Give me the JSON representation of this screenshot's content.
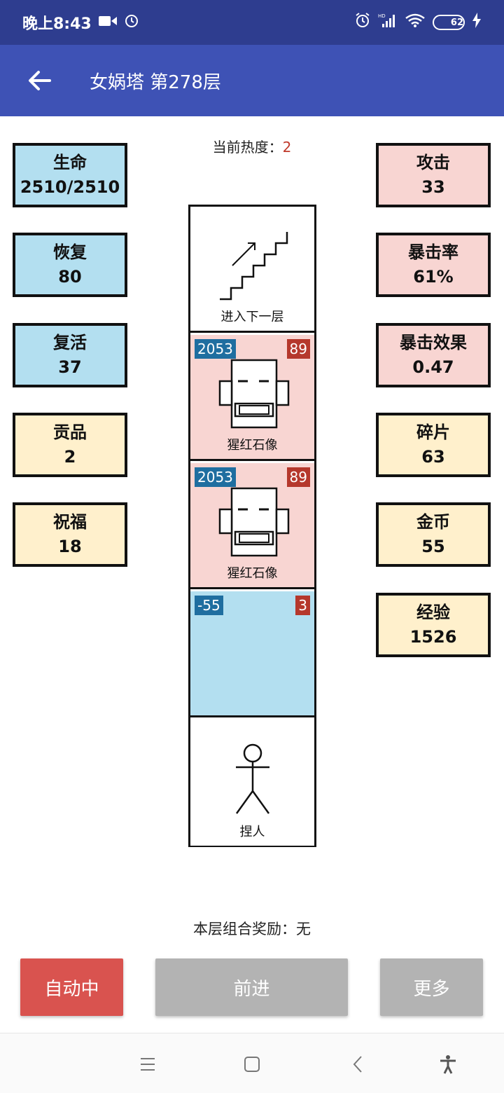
{
  "status_bar": {
    "time": "晚上8:43",
    "battery": "62"
  },
  "header": {
    "title": "女娲塔 第278层"
  },
  "heat": {
    "label": "当前热度：",
    "value": "2"
  },
  "left_stats": [
    {
      "label": "生命",
      "value": "2510/2510"
    },
    {
      "label": "恢复",
      "value": "80"
    },
    {
      "label": "复活",
      "value": "37"
    },
    {
      "label": "贡品",
      "value": "2"
    },
    {
      "label": "祝福",
      "value": "18"
    }
  ],
  "right_stats": [
    {
      "label": "攻击",
      "value": "33"
    },
    {
      "label": "暴击率",
      "value": "61%"
    },
    {
      "label": "暴击效果",
      "value": "0.47"
    },
    {
      "label": "碎片",
      "value": "63"
    },
    {
      "label": "金币",
      "value": "55"
    },
    {
      "label": "经验",
      "value": "1526"
    }
  ],
  "tower": {
    "stairs_label": "进入下一层",
    "enemies": [
      {
        "name": "猩红石像",
        "hp": "2053",
        "atk": "89"
      },
      {
        "name": "猩红石像",
        "hp": "2053",
        "atk": "89"
      }
    ],
    "trap": {
      "left": "-55",
      "right": "3"
    },
    "player_label": "捏人"
  },
  "reward": {
    "text": "本层组合奖励：无"
  },
  "buttons": {
    "auto": "自动中",
    "forward": "前进",
    "more": "更多"
  },
  "colors": {
    "primary": "#3e52b5",
    "status": "#2e3d8f",
    "auto_button": "#d9534f",
    "disabled_button": "#b3b3b3"
  }
}
